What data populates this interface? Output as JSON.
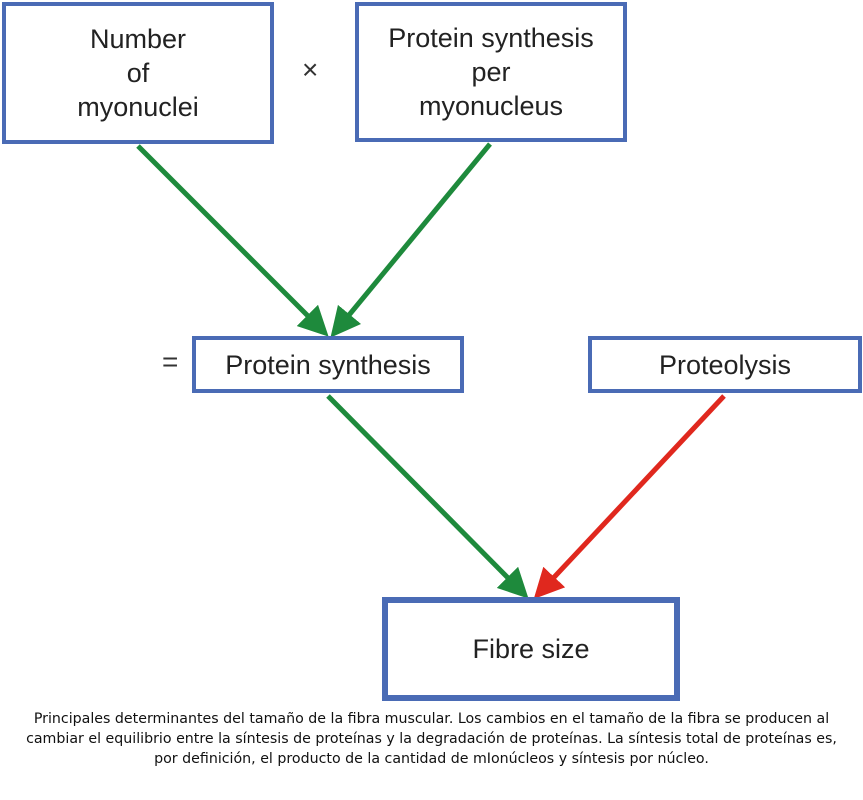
{
  "boxes": {
    "myonuclei": "Number\nof\nmyonuclei",
    "per_nucleus": "Protein synthesis\nper\nmyonucleus",
    "synthesis": "Protein synthesis",
    "proteolysis": "Proteolysis",
    "fibre": "Fibre size"
  },
  "operators": {
    "times": "×",
    "equals": "="
  },
  "caption": "Principales determinantes del tamaño de la fibra muscular. Los cambios en el tamaño de la fibra se producen al cambiar el equilibrio entre la síntesis de proteínas y la degradación de proteínas. La síntesis total de proteínas es, por definición, el producto de la cantidad de mIonúcleos y síntesis por núcleo.",
  "colors": {
    "box_border": "#4a6bb5",
    "arrow_positive": "#1e8a3c",
    "arrow_negative": "#e0281e"
  }
}
